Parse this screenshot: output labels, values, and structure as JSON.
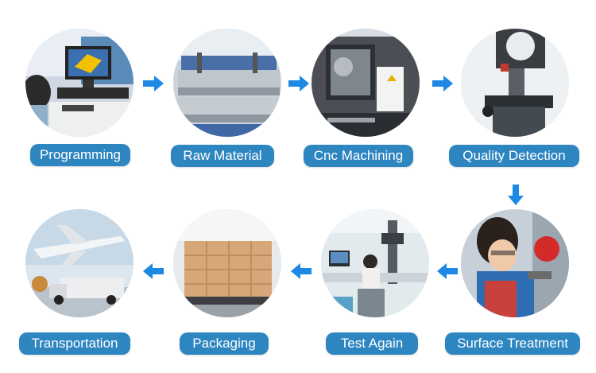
{
  "colors": {
    "label_bg": "#2e86c1",
    "label_text": "#ffffff",
    "arrow": "#1e88e5"
  },
  "steps": [
    {
      "label": "Programming",
      "icon": "programming-photo"
    },
    {
      "label": "Raw Material",
      "icon": "raw-material-photo"
    },
    {
      "label": "Cnc Machining",
      "icon": "cnc-machining-photo"
    },
    {
      "label": "Quality Detection",
      "icon": "quality-detection-photo"
    },
    {
      "label": "Surface Treatment",
      "icon": "surface-treatment-photo"
    },
    {
      "label": "Test Again",
      "icon": "test-again-photo"
    },
    {
      "label": "Packaging",
      "icon": "packaging-photo"
    },
    {
      "label": "Transportation",
      "icon": "transportation-photo"
    }
  ]
}
